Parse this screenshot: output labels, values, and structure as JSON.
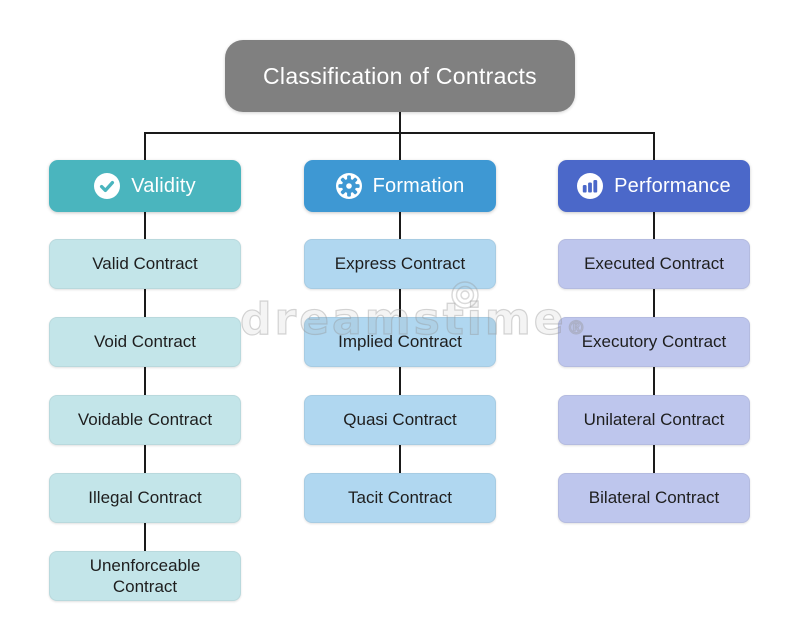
{
  "title": "Classification of Contracts",
  "watermark": {
    "text": "dreamstime",
    "suffix": "®"
  },
  "colors": {
    "title_bg": "#808080",
    "line": "#1a1a1a",
    "text_light": "#ffffff",
    "text_dark": "#1e1e1e"
  },
  "branches": [
    {
      "label": "Validity",
      "icon": "check-icon",
      "header_color": "#4ab5be",
      "child_color": "#c3e5e9",
      "children": [
        "Valid Contract",
        "Void Contract",
        "Voidable Contract",
        "Illegal Contract",
        "Unenforceable Contract"
      ]
    },
    {
      "label": "Formation",
      "icon": "gear-icon",
      "header_color": "#3e98d3",
      "child_color": "#b0d7f0",
      "children": [
        "Express Contract",
        "Implied Contract",
        "Quasi Contract",
        "Tacit Contract"
      ]
    },
    {
      "label": "Performance",
      "icon": "bar-chart-icon",
      "header_color": "#4b68c9",
      "child_color": "#bec6ed",
      "children": [
        "Executed Contract",
        "Executory Contract",
        "Unilateral Contract",
        "Bilateral Contract"
      ]
    }
  ]
}
